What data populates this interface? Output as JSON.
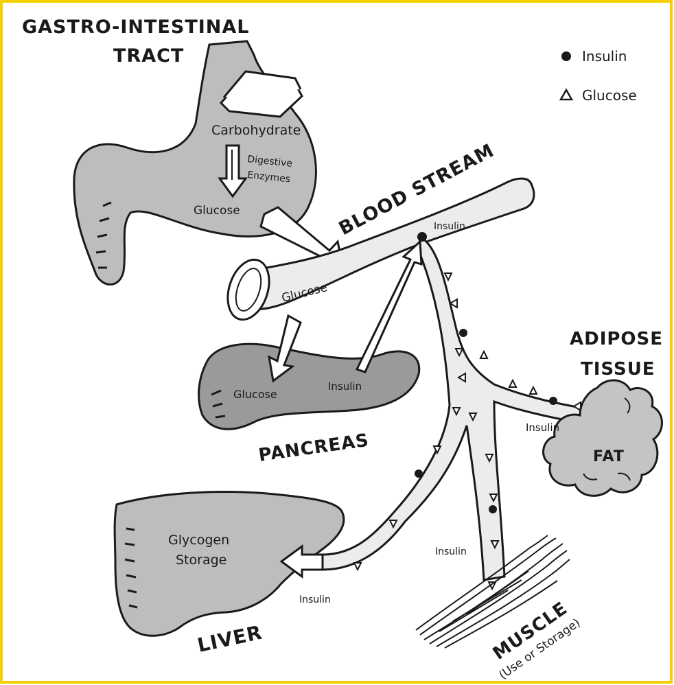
{
  "labels": {
    "gi_line1": "GASTRO-INTESTINAL",
    "gi_line2": "TRACT",
    "carbohydrate": "Carbohydrate",
    "digestive_line1": "Digestive",
    "digestive_line2": "Enzymes",
    "glucose_stomach": "Glucose",
    "blood_stream": "BLOOD STREAM",
    "insulin_top": "Insulin",
    "glucose_vessel": "Glucose",
    "glucose_pancreas": "Glucose",
    "insulin_pancreas": "Insulin",
    "pancreas": "PANCREAS",
    "adipose_line1": "ADIPOSE",
    "adipose_line2": "TISSUE",
    "insulin_fat": "Insulin",
    "fat": "FAT",
    "glycogen_line1": "Glycogen",
    "glycogen_line2": "Storage",
    "insulin_liver": "Insulin",
    "liver": "LIVER",
    "insulin_muscle": "Insulin",
    "muscle": "MUSCLE",
    "muscle_sub": "(Use or Storage)"
  },
  "legend": {
    "insulin": "Insulin",
    "glucose": "Glucose"
  },
  "colors": {
    "frame": "#f5d000",
    "ink": "#1a1a1a",
    "organ_fill": "#bdbdbd",
    "pancreas_fill": "#9a9a9a",
    "vessel_fill": "#ececec",
    "background": "#ffffff"
  }
}
